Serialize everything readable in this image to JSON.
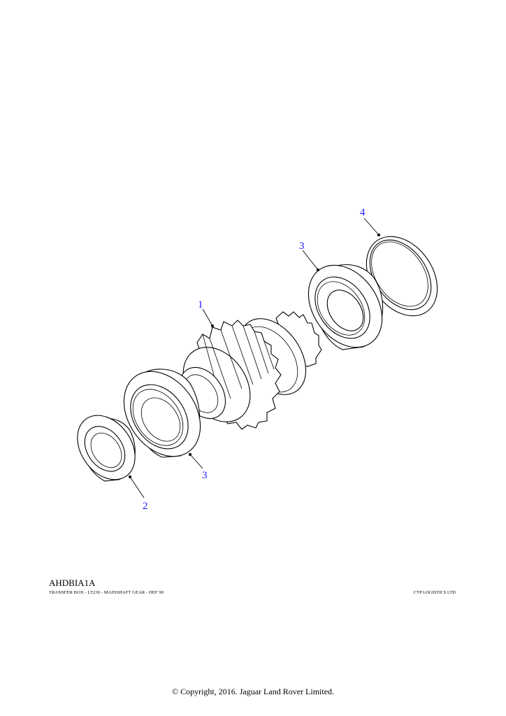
{
  "diagram": {
    "callouts": {
      "c1": "1",
      "c2": "2",
      "c3a": "3",
      "c3b": "3",
      "c4": "4"
    },
    "callout_color": "#1a1aff",
    "parts": [
      "mainshaft-gear",
      "seal",
      "bearing",
      "bearing",
      "ring"
    ]
  },
  "footer": {
    "ref_code": "AHDBIA1A",
    "subtitle": "TRANSFER BOX - LT230 - MAINSHAFT GEAR - DEF 90",
    "company": "CTP LOGISTICS LTD",
    "copyright": "© Copyright, 2016. Jaguar Land Rover Limited."
  }
}
